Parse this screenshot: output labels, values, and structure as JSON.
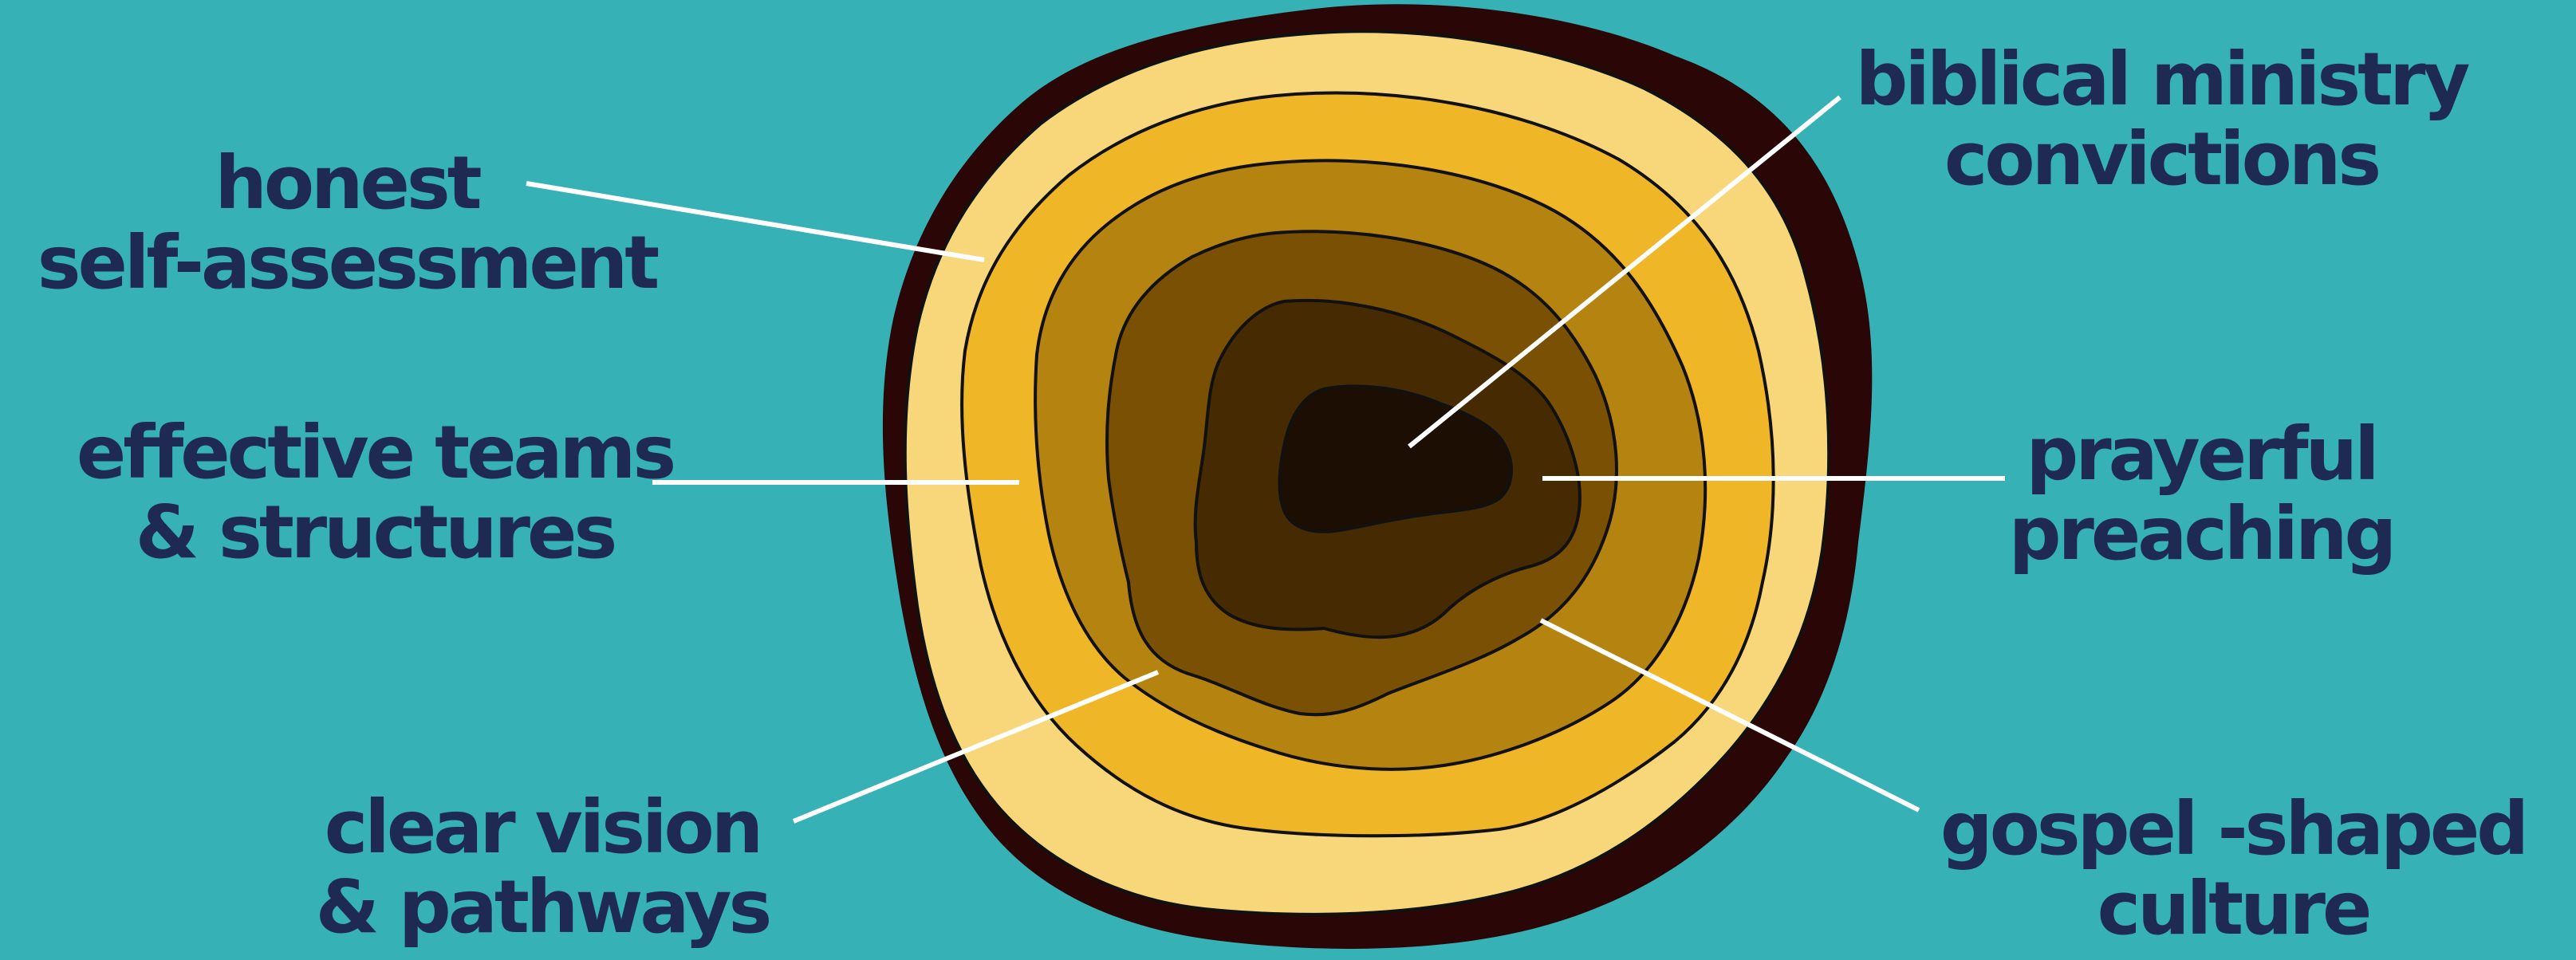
{
  "diagram": {
    "colors": {
      "background": "#36b1b5",
      "label_text": "#1e2a52",
      "leader_lines": "#ffffff",
      "bark": "#2a0606",
      "ring_1_outer": "#f8d77a",
      "ring_2": "#efb627",
      "ring_3": "#b5830f",
      "ring_4": "#7a5104",
      "ring_5": "#462a01",
      "heart": "#1c0e02",
      "ring_outline": "#111111"
    },
    "labels": {
      "honest": {
        "line1": "honest",
        "line2": "self-assessment"
      },
      "teams": {
        "line1": "effective teams",
        "line2": "& structures"
      },
      "vision": {
        "line1": "clear vision",
        "line2": "& pathways"
      },
      "biblical": {
        "line1": "biblical ministry",
        "line2": "convictions"
      },
      "prayerful": {
        "line1": "prayerful",
        "line2": "preaching"
      },
      "gospel": {
        "line1": "gospel -shaped",
        "line2": "culture"
      }
    }
  }
}
